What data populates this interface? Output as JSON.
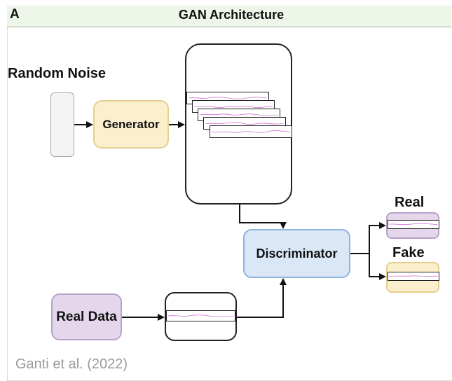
{
  "panel": {
    "letter": "A",
    "title": "GAN Architecture"
  },
  "labels": {
    "random_noise": "Random Noise",
    "generator": "Generator",
    "discriminator": "Discriminator",
    "real_data": "Real Data",
    "output_real": "Real",
    "output_fake": "Fake"
  },
  "credit": "Ganti et al. (2022)",
  "colors": {
    "generator_fill": "#fcefce",
    "discriminator_fill": "#d9e7f7",
    "real_fill": "#e4d7ec",
    "signal_line": "#d27ad6"
  }
}
